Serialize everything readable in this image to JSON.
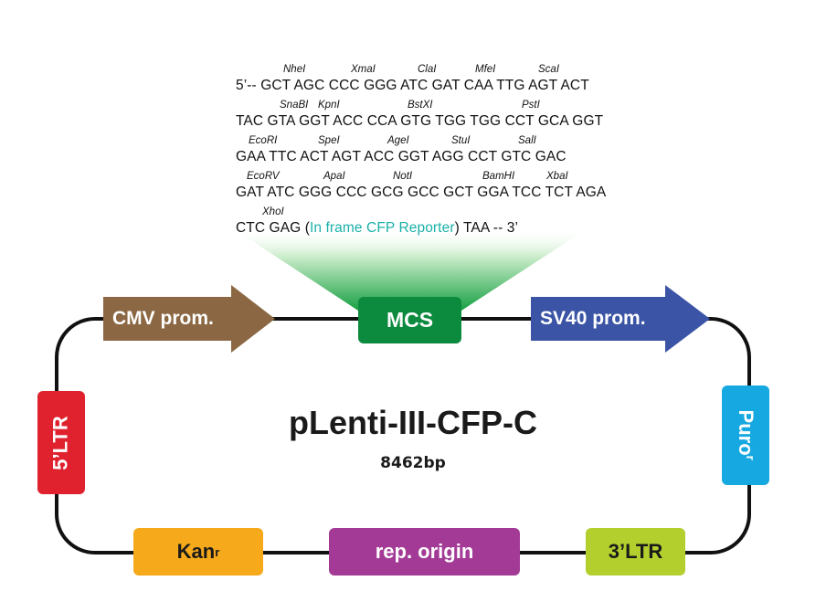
{
  "plasmid": {
    "name": "pLenti-III-CFP-C",
    "size": "8462bp"
  },
  "features": {
    "cmv_promoter": "CMV prom.",
    "mcs": "MCS",
    "sv40_promoter": "SV40 prom.",
    "ltr5": "5’LTR",
    "puro": "Puro",
    "puro_sup": "r",
    "kan": "Kan",
    "kan_sup": "r",
    "rep_origin": "rep. origin",
    "ltr3": "3’LTR"
  },
  "mcs_sequence": {
    "rows": [
      {
        "enzymes": [
          "NheI",
          "XmaI",
          "ClaI",
          "MfeI",
          "ScaI"
        ],
        "sequence": "5’-- GCT AGC CCC GGG ATC GAT CAA TTG AGT ACT"
      },
      {
        "enzymes": [
          "SnaBI",
          "KpnI",
          "BstXI",
          "PstI"
        ],
        "sequence": "TAC GTA GGT ACC CCA GTG TGG TGG CCT GCA GGT"
      },
      {
        "enzymes": [
          "EcoRI",
          "SpeI",
          "AgeI",
          "StuI",
          "SalI"
        ],
        "sequence": "GAA TTC ACT AGT ACC GGT AGG CCT GTC GAC"
      },
      {
        "enzymes": [
          "EcoRV",
          "ApaI",
          "NotI",
          "BamHI",
          "XbaI"
        ],
        "sequence": "GAT ATC GGG CCC GCG GCC GCT GGA TCC TCT AGA"
      },
      {
        "enzymes": [
          "XhoI"
        ],
        "sequence_start": "CTC GAG (",
        "sequence_highlight": "In frame CFP Reporter",
        "sequence_end": ") TAA -- 3’"
      }
    ]
  },
  "colors": {
    "cmv": "#8b6843",
    "mcs": "#0c8a3e",
    "sv40": "#3b54a6",
    "ltr5": "#e0222f",
    "puro": "#16a8e0",
    "kan": "#f6a91b",
    "rep_origin": "#a33b96",
    "ltr3": "#b3cf2e",
    "backbone": "#111111",
    "cfp_text": "#1ab0a8"
  }
}
